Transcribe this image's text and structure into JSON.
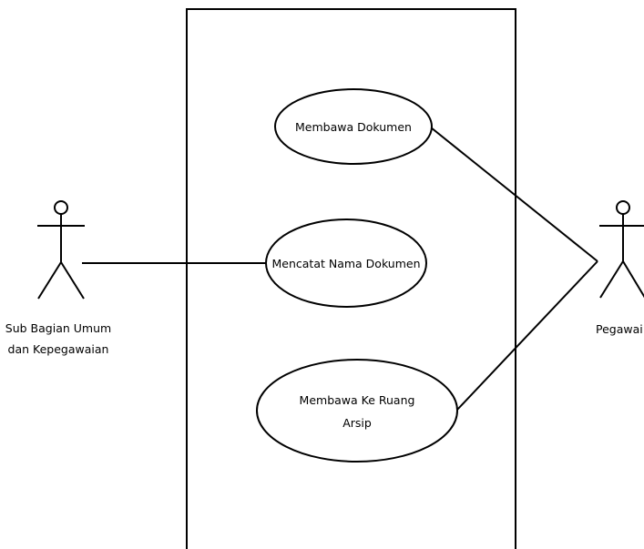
{
  "diagram": {
    "use_cases": {
      "membawa_dokumen": "Membawa Dokumen",
      "mencatat_nama_dokumen": "Mencatat Nama Dokumen",
      "membawa_ke_ruang_line1": "Membawa Ke Ruang",
      "membawa_ke_ruang_line2": "Arsip"
    },
    "actors": {
      "left_line1": "Sub Bagian Umum",
      "left_line2": "dan Kepegawaian",
      "right": "Pegawai"
    }
  },
  "colors": {
    "stroke": "#000000",
    "background": "#ffffff"
  }
}
